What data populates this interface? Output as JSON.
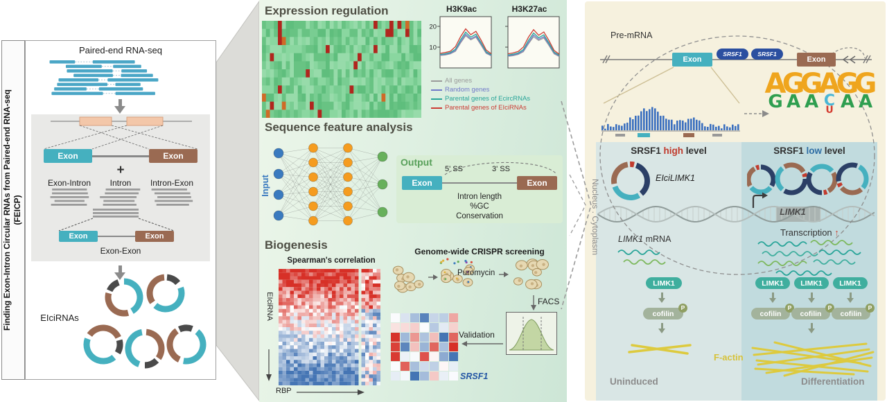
{
  "palette": {
    "teal": "#45b0bf",
    "brown": "#9a6a52",
    "blue_read": "#4aa6c6",
    "navy": "#2b4fa0",
    "green_node": "#67b05b",
    "orange_node": "#f59c1f",
    "input_blue": "#3a7abf",
    "red": "#c23b2e",
    "limk1_pill": "#3fae9e",
    "cofilin_pill": "#a3b39c",
    "p_badge": "#8f9f62",
    "actin": "#ddca3e",
    "donut_navy": "#2b3f66",
    "donut_dark": "#4a4a4a"
  },
  "left_panel": {
    "side_title": "Finding Exon-Intron Circular RNAs from Paired-end RNA-seq",
    "side_title2": "(FEICP)",
    "step1": "Paired-end RNA-seq",
    "exon": "Exon",
    "plus": "+",
    "cat1": "Exon-Intron",
    "cat2": "Intron",
    "cat3": "Intron-Exon",
    "exon_exon": "Exon-Exon",
    "result": "EIciRNAs"
  },
  "expression": {
    "title": "Expression regulation",
    "legend": [
      {
        "label": "All genes",
        "color": "#9a9a9a"
      },
      {
        "label": "Random genes",
        "color": "#7079c9"
      },
      {
        "label": "Parental genes of EcircRNAs",
        "color": "#27a498"
      },
      {
        "label": "Parental genes of EIciRNAs",
        "color": "#cc3b33"
      }
    ]
  },
  "chart_data": {
    "type": "line",
    "x": [
      0,
      0.1,
      0.2,
      0.3,
      0.4,
      0.5,
      0.6,
      0.7,
      0.8,
      0.9,
      1
    ],
    "ylim": [
      0,
      24
    ],
    "yticks": [
      10,
      20
    ],
    "panels": [
      {
        "title": "H3K9ac",
        "series": [
          {
            "name": "All genes",
            "color": "#9a9a9a",
            "values": [
              6,
              6.2,
              6.8,
              8,
              12,
              15.5,
              13.5,
              14.8,
              11,
              7,
              5.8
            ]
          },
          {
            "name": "Random genes",
            "color": "#7079c9",
            "values": [
              6.2,
              6.5,
              7,
              8.4,
              12.6,
              16.2,
              14,
              15.3,
              11.6,
              7.4,
              6
            ]
          },
          {
            "name": "Parental genes of EcircRNAs",
            "color": "#27a498",
            "values": [
              6.5,
              6.8,
              7.4,
              9,
              13.5,
              17.2,
              14.8,
              16.2,
              12.2,
              7.8,
              6.3
            ]
          },
          {
            "name": "Parental genes of EIciRNAs",
            "color": "#cc3b33",
            "values": [
              7,
              7.4,
              8,
              10.2,
              15,
              18.8,
              16,
              17.6,
              13.4,
              8.6,
              6.8
            ]
          }
        ]
      },
      {
        "title": "H3K27ac",
        "series": [
          {
            "name": "All genes",
            "color": "#9a9a9a",
            "values": [
              5.6,
              5.9,
              6.5,
              7.8,
              11.6,
              15,
              13.2,
              14.4,
              10.8,
              6.8,
              5.5
            ]
          },
          {
            "name": "Random genes",
            "color": "#7079c9",
            "values": [
              5.9,
              6.2,
              6.8,
              8.2,
              12.2,
              15.8,
              13.8,
              15,
              11.4,
              7.2,
              5.8
            ]
          },
          {
            "name": "Parental genes of EcircRNAs",
            "color": "#27a498",
            "values": [
              6.2,
              6.6,
              7.2,
              8.8,
              13.2,
              16.8,
              14.5,
              15.9,
              12,
              7.6,
              6.1
            ]
          },
          {
            "name": "Parental genes of EIciRNAs",
            "color": "#cc3b33",
            "values": [
              6.8,
              7.2,
              7.9,
              10,
              14.8,
              18.4,
              15.7,
              17.3,
              13.2,
              8.4,
              6.6
            ]
          }
        ]
      }
    ]
  },
  "sequence": {
    "title": "Sequence feature analysis",
    "input": "Input",
    "output": "Output",
    "exon": "Exon",
    "ss5": "5' SS",
    "ss3": "3' SS",
    "features": [
      "Intron length",
      "%GC",
      "Conservation"
    ],
    "nn_layers": [
      {
        "count": 4,
        "color": "#3a7abf"
      },
      {
        "count": 6,
        "color": "#f59c1f"
      },
      {
        "count": 6,
        "color": "#f59c1f"
      },
      {
        "count": 3,
        "color": "#67b05b"
      }
    ]
  },
  "biogenesis": {
    "title": "Biogenesis",
    "spearman": "Spearman's correlation",
    "yaxis": "EIciRNA",
    "xaxis": "RBP",
    "crispr": "Genome-wide CRISPR screening",
    "puromycin": "Puromycin",
    "facs": "FACS",
    "validation": "Validation",
    "gene": "SRSF1"
  },
  "right_panel": {
    "pre_mrna": "Pre-mRNA",
    "exon": "Exon",
    "srsf1": "SRSF1",
    "logo": [
      [
        {
          "ch": "A",
          "color": "#efa51e",
          "size": 40
        },
        {
          "ch": "G",
          "color": "#2e9e4f",
          "size": 26
        }
      ],
      [
        {
          "ch": "G",
          "color": "#efa51e",
          "size": 40
        },
        {
          "ch": "A",
          "color": "#2e9e4f",
          "size": 26
        }
      ],
      [
        {
          "ch": "G",
          "color": "#efa51e",
          "size": 40
        },
        {
          "ch": "A",
          "color": "#2e9e4f",
          "size": 26
        }
      ],
      [
        {
          "ch": "A",
          "color": "#efa51e",
          "size": 40
        },
        {
          "ch": "C",
          "color": "#49b6d6",
          "size": 22
        },
        {
          "ch": "U",
          "color": "#d43b2f",
          "size": 14
        }
      ],
      [
        {
          "ch": "G",
          "color": "#efa51e",
          "size": 40
        },
        {
          "ch": "A",
          "color": "#2e9e4f",
          "size": 26
        }
      ],
      [
        {
          "ch": "G",
          "color": "#efa51e",
          "size": 40
        },
        {
          "ch": "A",
          "color": "#2e9e4f",
          "size": 26
        }
      ]
    ],
    "high_prefix": "SRSF1",
    "high_word": "high",
    "high_suffix": "level",
    "low_prefix": "SRSF1",
    "low_word": "low",
    "low_suffix": "level",
    "eici_gene": "EIciLIMK1",
    "gene": "LIMK1",
    "transcription": "Transcription",
    "up_arrow": "↑",
    "mrna_gene": "LIMK1",
    "mrna_suffix": " mRNA",
    "nucleus": "Nucleus",
    "separator": ".",
    "cytoplasm": "Cytoplasm",
    "limk1": "LIMK1",
    "cofilin": "cofilin",
    "phospho": "P",
    "factin": "F-actin",
    "uninduced": "Uninduced",
    "differentiation": "Differentiation"
  }
}
